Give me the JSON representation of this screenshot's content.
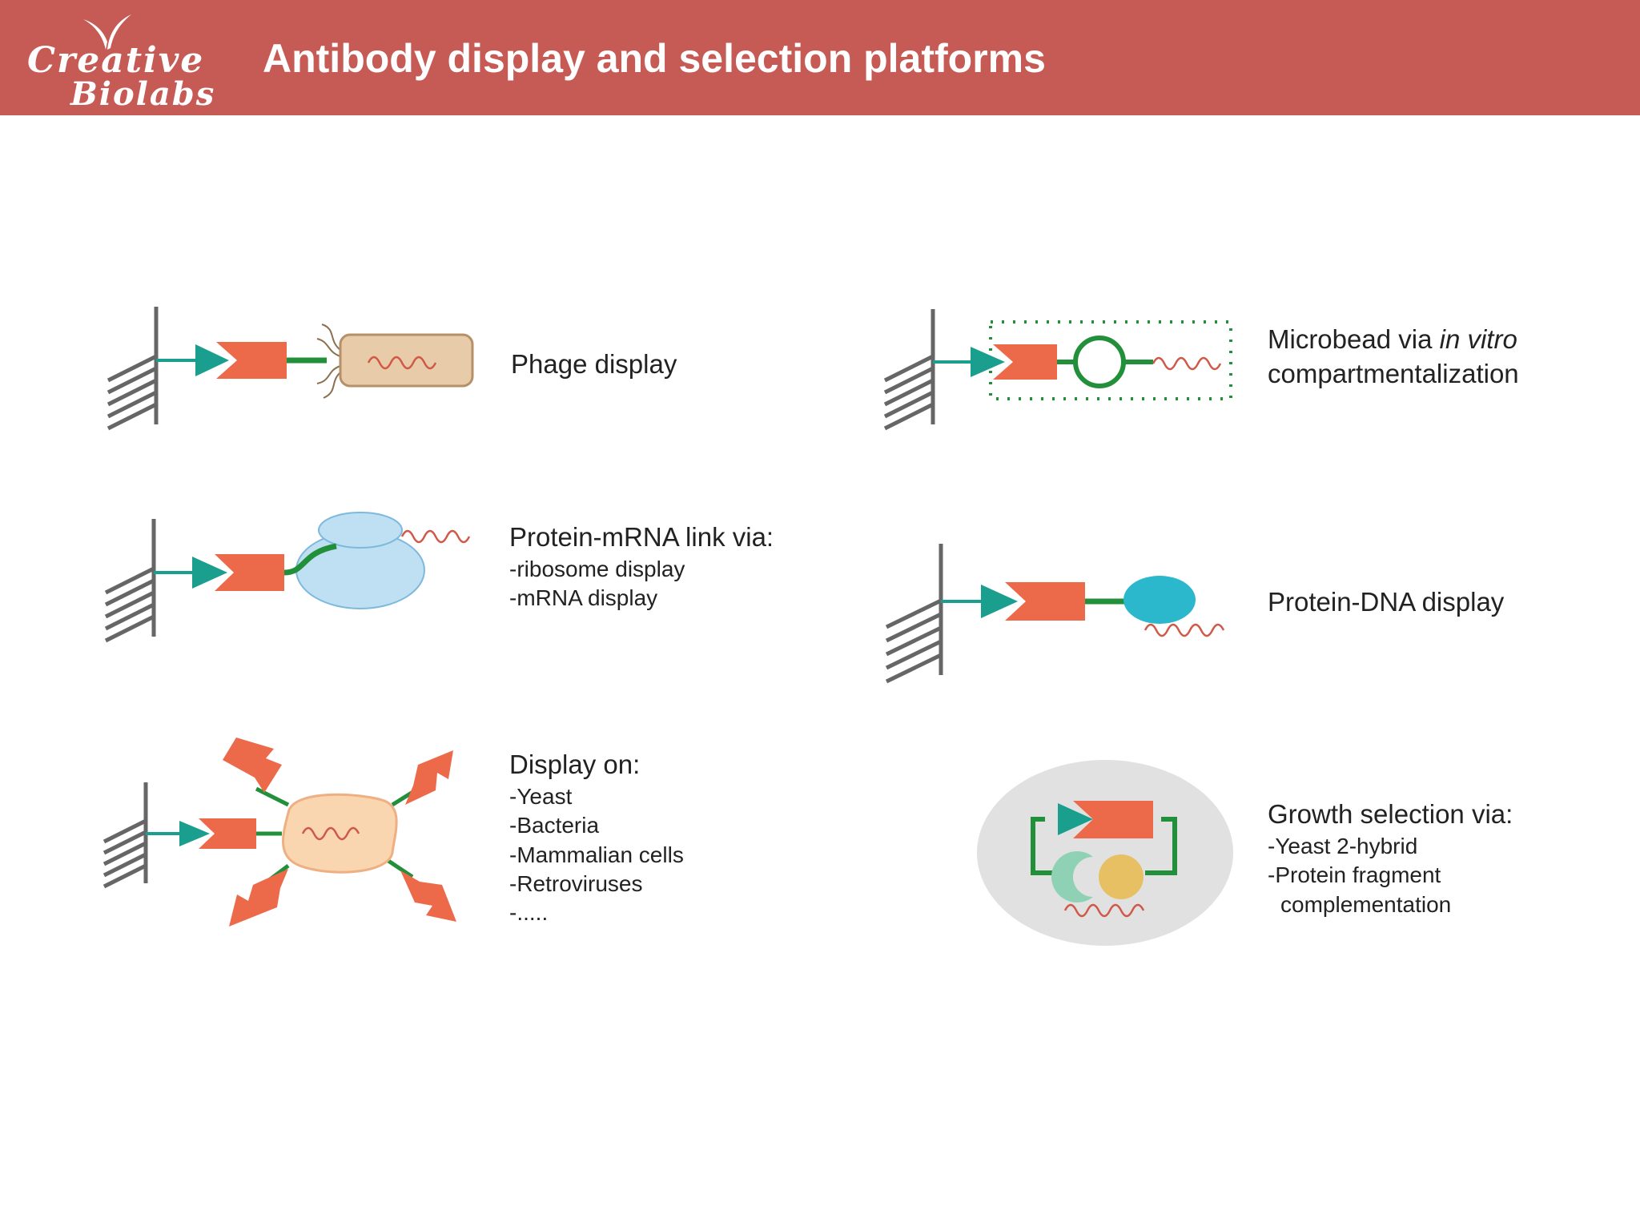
{
  "header": {
    "brand_line1": "Creative",
    "brand_line2": "Biolabs",
    "title": "Antibody display and selection platforms"
  },
  "colors": {
    "header_bg": "#c65a55",
    "antibody_orange": "#ec6a4a",
    "antibody_teal": "#1a9e8e",
    "linker_green": "#22903a",
    "wall_gray": "#666666"
  },
  "platforms": {
    "phage": {
      "head": "Phage display"
    },
    "microbead": {
      "head_pre": "Microbead via ",
      "head_italic": "in vitro",
      "head_line2": "compartmentalization"
    },
    "protein_mrna": {
      "head": "Protein-mRNA link via:",
      "items": [
        "-ribosome display",
        "-mRNA display"
      ]
    },
    "protein_dna": {
      "head": "Protein-DNA display"
    },
    "display_on": {
      "head": "Display on:",
      "items": [
        "-Yeast",
        "-Bacteria",
        "-Mammalian cells",
        "-Retroviruses",
        "-....."
      ]
    },
    "growth": {
      "head": "Growth selection via:",
      "items": [
        "-Yeast 2-hybrid",
        "-Protein fragment",
        "complementation"
      ]
    }
  }
}
